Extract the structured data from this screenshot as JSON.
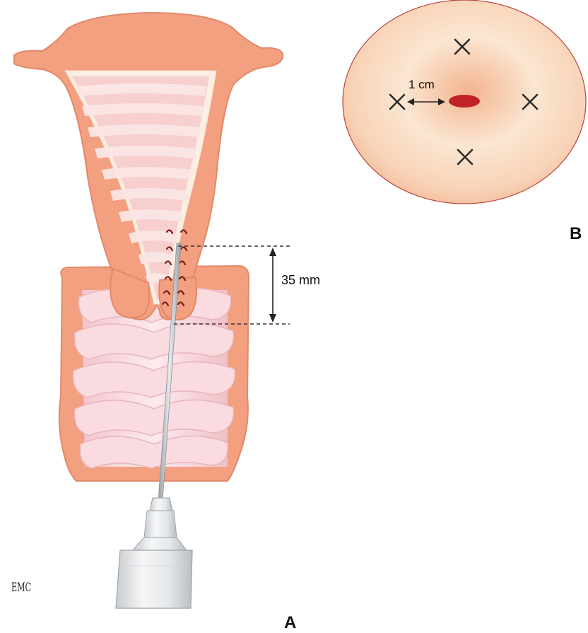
{
  "figure": {
    "panel_a_label": "A",
    "panel_b_label": "B",
    "depth_label": "35 mm",
    "spacing_label": "1 cm",
    "watermark": "EMC"
  },
  "colors": {
    "uterus_wall": "#f2a07f",
    "uterus_outline": "#e2896a",
    "cavity_pink": "#f7cfcf",
    "cavity_stripe": "#fbe6e6",
    "cavity_rim": "#fbeee2",
    "vaginal_rugae": "#f9dbe0",
    "cervix_face": "#f6c3a0",
    "os_red": "#c0222a",
    "needle": "#b8bcc0",
    "syringe": "#e6e9eb",
    "guide_line": "#333333"
  },
  "icons": {
    "injection_mark": "x-mark-icon",
    "bracket_arrow": "double-arrow-icon"
  }
}
